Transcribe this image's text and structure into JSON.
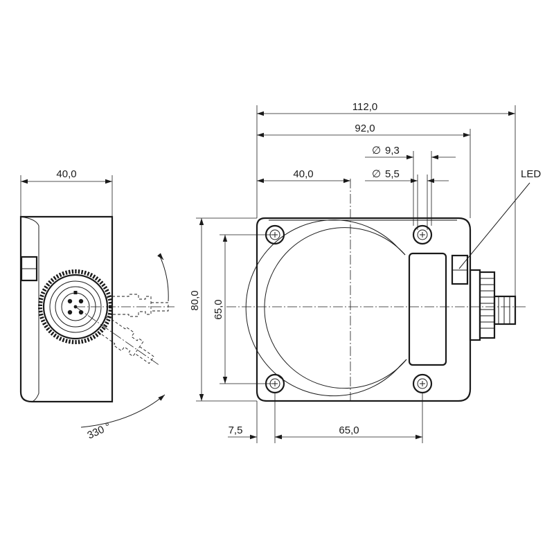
{
  "drawing": {
    "dim_front_total_width": "112,0",
    "dim_front_body_width": "92,0",
    "dim_hole_outer_dia": "9,3",
    "dim_hole_inner_dia": "5,5",
    "dim_front_to_axis": "40,0",
    "dim_side_depth": "40,0",
    "dim_height_total": "80,0",
    "dim_hole_pitch_vertical": "65,0",
    "dim_hole_offset": "7,5",
    "dim_hole_pitch_horizontal": "65,0",
    "dim_rotation_angle": "330 °",
    "label_led": "LED",
    "diameter_symbol": "∅"
  }
}
